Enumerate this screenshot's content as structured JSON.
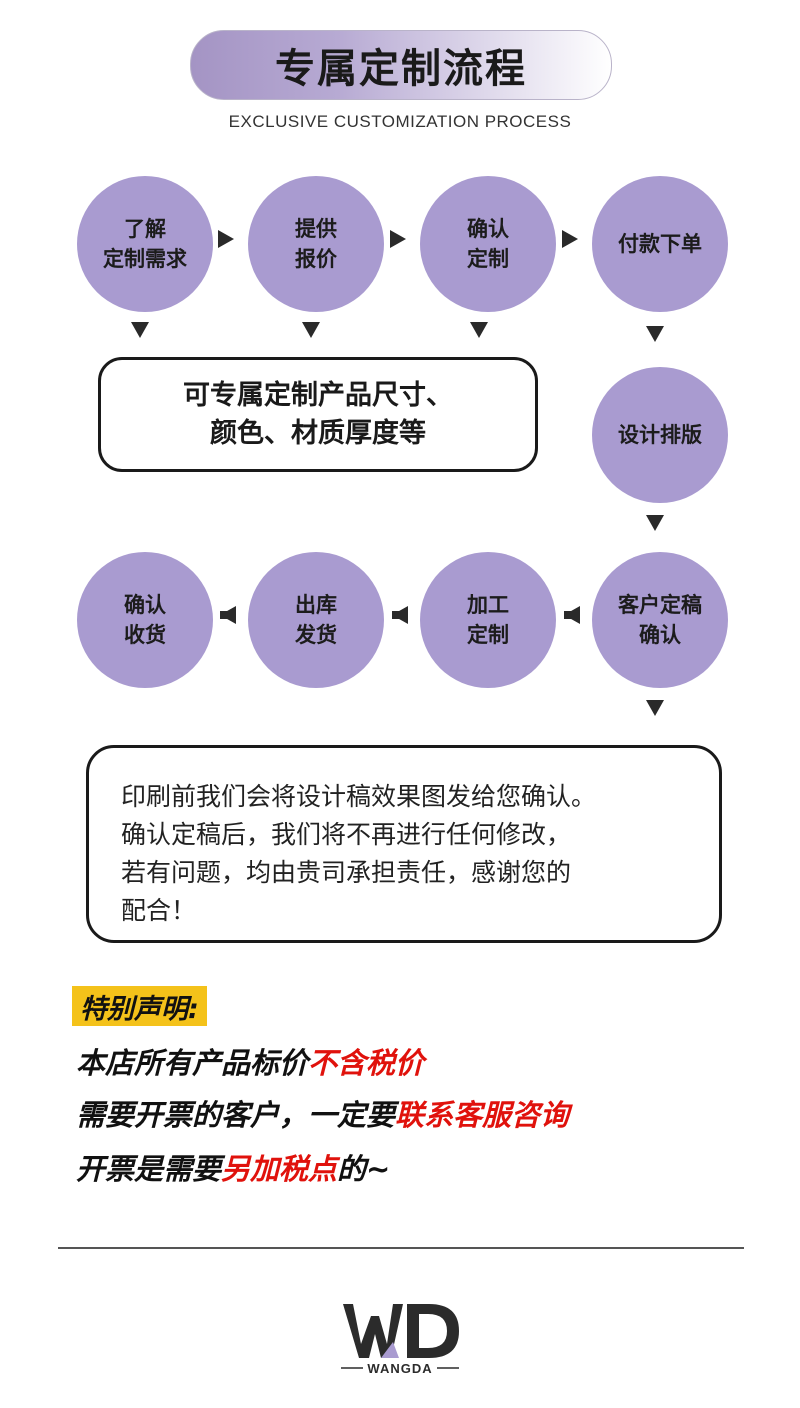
{
  "header": {
    "title": "专属定制流程",
    "subtitle": "EXCLUSIVE CUSTOMIZATION PROCESS"
  },
  "steps": {
    "s1": [
      "了解",
      "定制需求"
    ],
    "s2": [
      "提供",
      "报价"
    ],
    "s3": [
      "确认",
      "定制"
    ],
    "s4": [
      "付款下单"
    ],
    "s5": [
      "设计排版"
    ],
    "s6": [
      "客户定稿",
      "确认"
    ],
    "s7": [
      "加工",
      "定制"
    ],
    "s8": [
      "出库",
      "发货"
    ],
    "s9": [
      "确认",
      "收货"
    ]
  },
  "custom_box": {
    "line1": "可专属定制产品尺寸、",
    "line2": "颜色、材质厚度等"
  },
  "confirm_box": {
    "line1": "印刷前我们会将设计稿效果图发给您确认。",
    "line2": "确认定稿后，我们将不再进行任何修改，",
    "line3": "若有问题，均由贵司承担责任，感谢您的",
    "line4": "配合！"
  },
  "notice": {
    "label": "特别声明:",
    "line1_pre": "本店所有产品标价",
    "line1_red": "不含税价",
    "line2_pre": "需要开票的客户，一定要",
    "line2_red": "联系客服咨询",
    "line3_pre": "开票是需要",
    "line3_red": "另加税点",
    "line3_post": "的~"
  },
  "footer": {
    "logo_text": "WANGDA"
  },
  "colors": {
    "circle": "#a99bd0",
    "accent_yellow": "#f4c21a",
    "accent_red": "#e0120c"
  }
}
